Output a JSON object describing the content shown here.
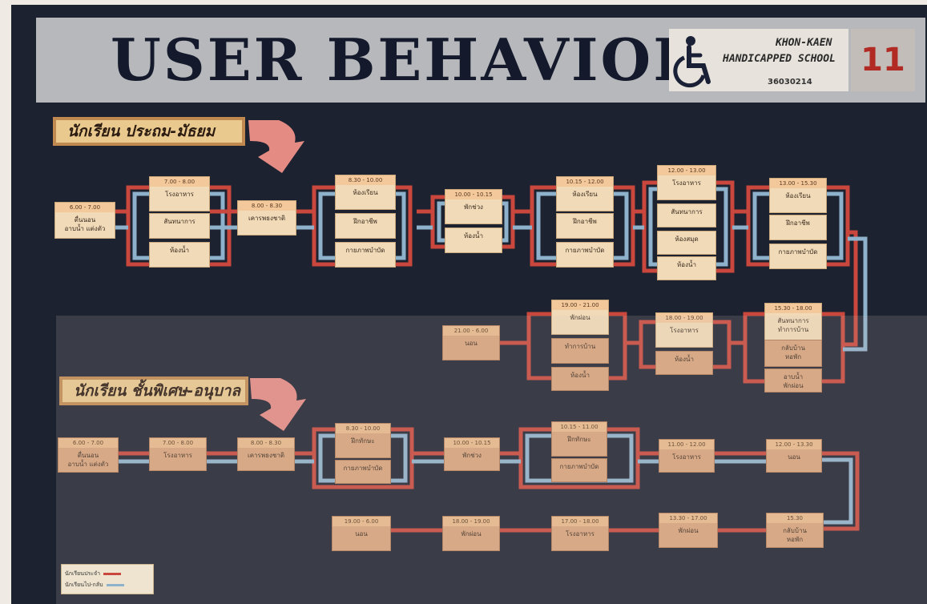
{
  "header": {
    "title": "USER BEHAVIOR",
    "logo_line1": "KHON-KAEN",
    "logo_line2": "HANDICAPPED SCHOOL",
    "logo_code": "36030214",
    "number": "11"
  },
  "sections": {
    "primary": "นักเรียน ประถม-มัธยม",
    "special": "นักเรียน ชั้นพิเศษ-อนุบาล"
  },
  "row1": [
    {
      "time": "6.00 - 7.00",
      "labels": [
        "ตื่นนอน",
        "อาบน้ำ แต่งตัว"
      ]
    },
    {
      "time": "7.00 - 8.00",
      "labels": [
        "โรงอาหาร"
      ]
    },
    {
      "time": "",
      "labels": [
        "สันทนาการ"
      ]
    },
    {
      "time": "",
      "labels": [
        "ห้องน้ำ"
      ]
    },
    {
      "time": "8.00 - 8.30",
      "labels": [
        "เคารพธงชาติ"
      ]
    },
    {
      "time": "8.30 - 10.00",
      "labels": [
        "ห้องเรียน"
      ]
    },
    {
      "time": "",
      "labels": [
        "ฝึกอาชีพ"
      ]
    },
    {
      "time": "",
      "labels": [
        "กายภาพบำบัด"
      ]
    },
    {
      "time": "10.00 - 10.15",
      "labels": [
        "พักช่วง"
      ]
    },
    {
      "time": "",
      "labels": [
        "ห้องน้ำ"
      ]
    },
    {
      "time": "10.15 - 12.00",
      "labels": [
        "ห้องเรียน"
      ]
    },
    {
      "time": "",
      "labels": [
        "ฝึกอาชีพ"
      ]
    },
    {
      "time": "",
      "labels": [
        "กายภาพบำบัด"
      ]
    },
    {
      "time": "12.00 - 13.00",
      "labels": [
        "โรงอาหาร"
      ]
    },
    {
      "time": "",
      "labels": [
        "สันทนาการ"
      ]
    },
    {
      "time": "",
      "labels": [
        "ห้องสมุด"
      ]
    },
    {
      "time": "",
      "labels": [
        "ห้องน้ำ"
      ]
    },
    {
      "time": "13.00 - 15.30",
      "labels": [
        "ห้องเรียน"
      ]
    },
    {
      "time": "",
      "labels": [
        "ฝึกอาชีพ"
      ]
    },
    {
      "time": "",
      "labels": [
        "กายภาพบำบัด"
      ]
    }
  ],
  "row2": [
    {
      "time": "21.00 - 6.00",
      "labels": [
        "นอน"
      ]
    },
    {
      "time": "19.00 - 21.00",
      "labels": [
        "พักผ่อน"
      ]
    },
    {
      "time": "",
      "labels": [
        "ทำการบ้าน"
      ]
    },
    {
      "time": "",
      "labels": [
        "ห้องน้ำ"
      ]
    },
    {
      "time": "18.00 - 19.00",
      "labels": [
        "โรงอาหาร"
      ]
    },
    {
      "time": "",
      "labels": [
        "ห้องน้ำ"
      ]
    },
    {
      "time": "15.30 - 18.00",
      "labels": [
        "สันทนาการ",
        "ทำการบ้าน"
      ]
    },
    {
      "time": "",
      "labels": [
        "กลับบ้าน",
        "หอพัก"
      ]
    },
    {
      "time": "",
      "labels": [
        "อาบน้ำ",
        "พักผ่อน"
      ]
    }
  ],
  "row3": [
    {
      "time": "6.00 - 7.00",
      "labels": [
        "ตื่นนอน",
        "อาบน้ำ แต่งตัว"
      ]
    },
    {
      "time": "7.00 - 8.00",
      "labels": [
        "โรงอาหาร"
      ]
    },
    {
      "time": "8.00 - 8.30",
      "labels": [
        "เคารพธงชาติ"
      ]
    },
    {
      "time": "8.30 - 10.00",
      "labels": [
        "ฝึกทักษะ"
      ]
    },
    {
      "time": "",
      "labels": [
        "กายภาพบำบัด"
      ]
    },
    {
      "time": "10.00 - 10.15",
      "labels": [
        "พักช่วง"
      ]
    },
    {
      "time": "10.15 - 11.00",
      "labels": [
        "ฝึกทักษะ"
      ]
    },
    {
      "time": "",
      "labels": [
        "กายภาพบำบัด"
      ]
    },
    {
      "time": "11.00 - 12.00",
      "labels": [
        "โรงอาหาร"
      ]
    },
    {
      "time": "12.00 - 13.30",
      "labels": [
        "นอน"
      ]
    }
  ],
  "row4": [
    {
      "time": "19.00 - 6.00",
      "labels": [
        "นอน"
      ]
    },
    {
      "time": "18.00 - 19.00",
      "labels": [
        "พักผ่อน"
      ]
    },
    {
      "time": "17.00 - 18.00",
      "labels": [
        "โรงอาหาร"
      ]
    },
    {
      "time": "13.30 - 17.00",
      "labels": [
        "พักผ่อน"
      ]
    },
    {
      "time": "15.30",
      "labels": [
        "กลับบ้าน",
        "หอพัก"
      ]
    }
  ],
  "legend": {
    "item1": "นักเรียนประจำ",
    "item2": "นักเรียนไป-กลับ",
    "color1": "#c9473c",
    "color2": "#8fb2cc"
  }
}
